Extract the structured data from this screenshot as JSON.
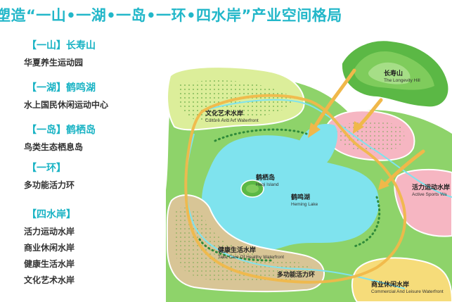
{
  "title": {
    "prefix": "塑造",
    "quoted": "“一山•一湖•一岛•一环•四水岸”",
    "suffix": "产业空间格局"
  },
  "legend": [
    {
      "heading": "【一山】长寿山",
      "items": [
        "华夏养生运动园"
      ]
    },
    {
      "heading": "【一湖】鹤鸣湖",
      "items": [
        "水上国民休闲运动中心"
      ]
    },
    {
      "heading": "【一岛】鹤栖岛",
      "items": [
        "鸟类生态栖息岛"
      ]
    },
    {
      "heading": "【一环】",
      "items": [
        "多功能活力环"
      ]
    },
    {
      "heading": "【四水岸】",
      "items": [
        "活力运动水岸",
        "商业休闲水岸",
        "健康生活水岸",
        "文化艺术水岸"
      ]
    }
  ],
  "map": {
    "labels": {
      "mountain": {
        "cn": "长寿山",
        "en": "The Longevity Hill"
      },
      "culture": {
        "cn": "文化艺术水岸",
        "en": "Culture And Art Waterfront"
      },
      "island": {
        "cn": "鹤栖岛",
        "en": "Heqi Island"
      },
      "lake": {
        "cn": "鹤鸣湖",
        "en": "Heming Lake"
      },
      "sports": {
        "cn": "活力运动水岸",
        "en": "Active Sports Wa"
      },
      "health": {
        "cn": "健康生活水岸",
        "en": "Take Care Of Healthy Waterfront"
      },
      "ring": {
        "cn": "多功能活力环",
        "en": ""
      },
      "commerce": {
        "cn": "商业休闲水岸",
        "en": "Commercial And Leisure Waterfront"
      }
    },
    "colors": {
      "water": "#7fe3ee",
      "green": "#8ed36a",
      "culture_zone": "#dcee9a",
      "sports_zone": "#f6b6c2",
      "health_zone": "#d8c596",
      "commerce_zone": "#f6dc7a",
      "ring": "#f0b84a",
      "mountain": "#5bb845"
    }
  }
}
